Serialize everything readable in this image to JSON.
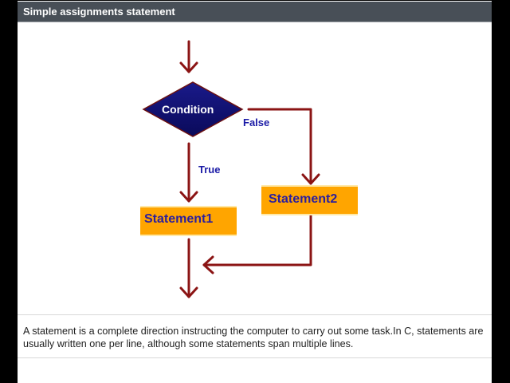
{
  "header": {
    "title": "Simple assignments statement"
  },
  "diagram": {
    "condition_label": "Condition",
    "true_label": "True",
    "false_label": "False",
    "statement1_label": "Statement1",
    "statement2_label": "Statement2",
    "colors": {
      "arrow": "#8b1414",
      "condition_fill": "#0f0f6e",
      "statement_fill": "#ffa500",
      "statement_text": "#2b1f9e",
      "branch_label": "#1a1aa6"
    }
  },
  "caption": {
    "text": "A statement is a complete direction instructing the computer to carry out some task.In C, statements are usually written one per line, although some statements span multiple lines."
  }
}
